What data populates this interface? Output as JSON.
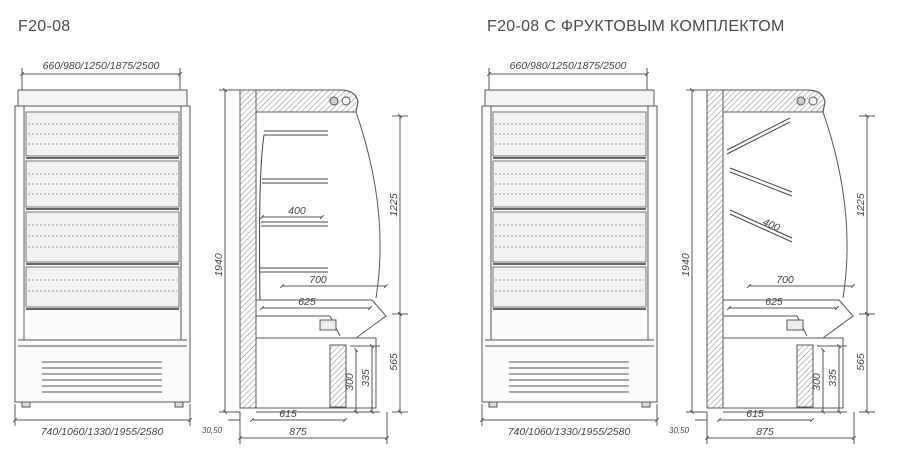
{
  "left": {
    "title": "F20-08",
    "front_top_dim": "660/980/1250/1875/2500",
    "front_bottom_dim": "740/1060/1330/1955/2580",
    "foot_dim": "30,50",
    "height_total": "1940",
    "height_upper": "1225",
    "height_lower": "565",
    "shelf_depth": "400",
    "depth_700": "700",
    "depth_625": "625",
    "base_300": "300",
    "base_335": "335",
    "depth_615": "615",
    "depth_875": "875"
  },
  "right": {
    "title": "F20-08 С  ФРУКТОВЫМ КОМПЛЕКТОМ",
    "front_top_dim": "660/980/1250/1875/2500",
    "front_bottom_dim": "740/1060/1330/1955/2580",
    "foot_dim": "30,50",
    "height_total": "1940",
    "height_upper": "1225",
    "height_lower": "565",
    "shelf_depth": "400",
    "depth_700": "700",
    "depth_625": "625",
    "base_300": "300",
    "base_335": "335",
    "depth_615": "615",
    "depth_875": "875"
  }
}
